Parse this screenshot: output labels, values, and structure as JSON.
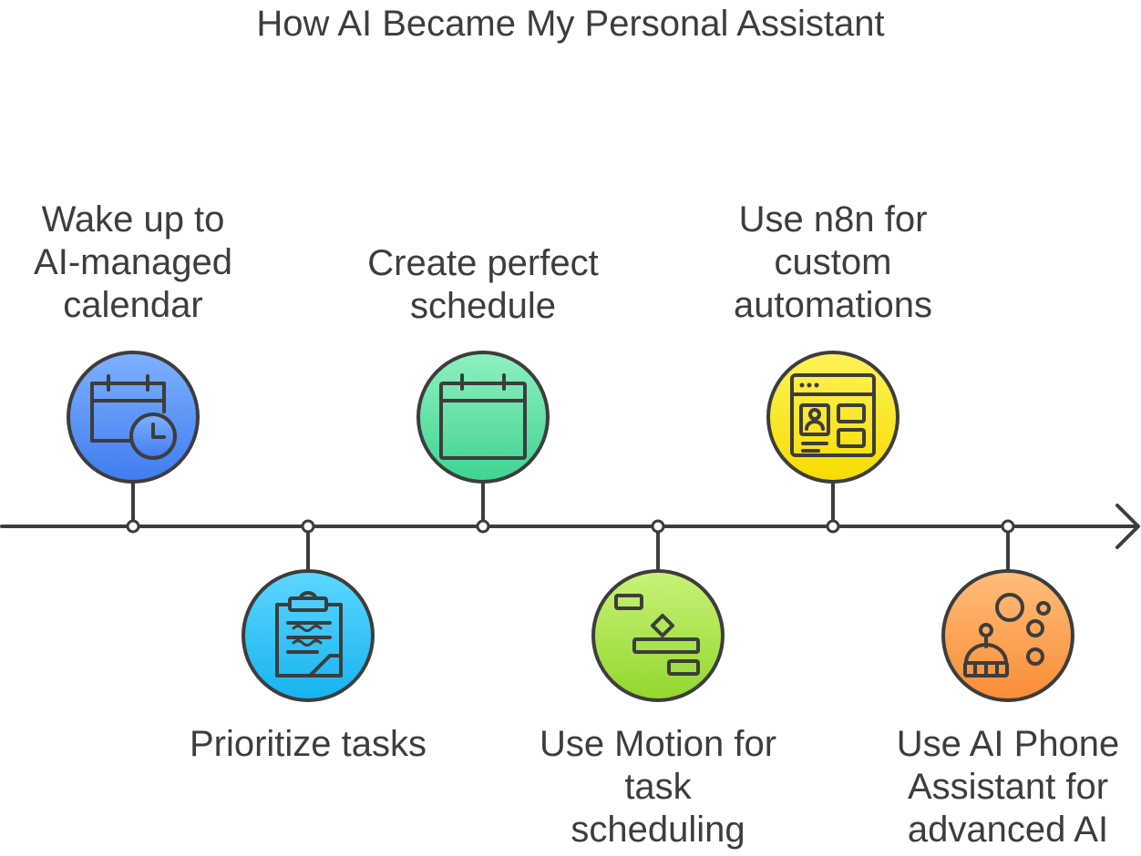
{
  "title": "How AI Became My Personal Assistant",
  "events": [
    {
      "label_lines": [
        "Wake up to",
        "AI-managed",
        "calendar"
      ],
      "icon": "calendar-clock-icon",
      "colors": [
        "#7fb1ff",
        "#3f7cf0"
      ]
    },
    {
      "label_lines": [
        "Prioritize tasks"
      ],
      "icon": "clipboard-icon",
      "colors": [
        "#5cd7ff",
        "#16b3f0"
      ]
    },
    {
      "label_lines": [
        "Create perfect",
        "schedule"
      ],
      "icon": "calendar-icon",
      "colors": [
        "#8ff0c0",
        "#3fd48f"
      ]
    },
    {
      "label_lines": [
        "Use Motion for",
        "task",
        "scheduling"
      ],
      "icon": "gantt-chart-icon",
      "colors": [
        "#c9f277",
        "#92d72e"
      ]
    },
    {
      "label_lines": [
        "Use n8n for",
        "custom",
        "automations"
      ],
      "icon": "browser-window-icon",
      "colors": [
        "#fff25a",
        "#f6dc00"
      ]
    },
    {
      "label_lines": [
        "Use AI Phone",
        "Assistant for",
        "advanced AI"
      ],
      "icon": "robot-icon",
      "colors": [
        "#ffbd7a",
        "#f98c36"
      ]
    }
  ]
}
